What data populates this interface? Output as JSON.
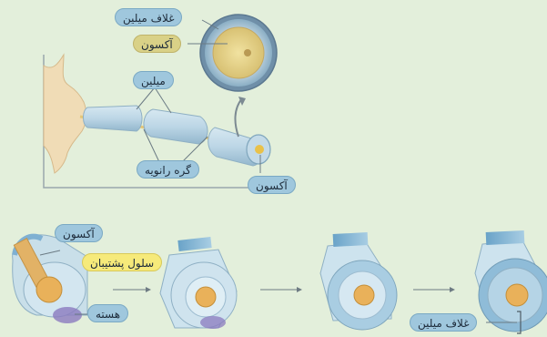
{
  "labels": {
    "myelin_sheath_top": "غلاف میلین",
    "axon_top": "آکسون",
    "myelin": "میلین",
    "ranvier_node": "گره رانویه",
    "axon_end": "آکسون",
    "axon_bottom": "آکسون",
    "support_cell": "سلول پشتیبان",
    "nucleus": "هسته",
    "myelin_sheath_bottom": "غلاف میلین"
  },
  "colors": {
    "background": "#e3efdb",
    "myelin_blue": "#9fc7dd",
    "axon_gold": "#e2c27a",
    "label_gold": "#d9d187",
    "label_yellow": "#f6ea7a",
    "nucleus_purple": "#8b7bbf"
  }
}
